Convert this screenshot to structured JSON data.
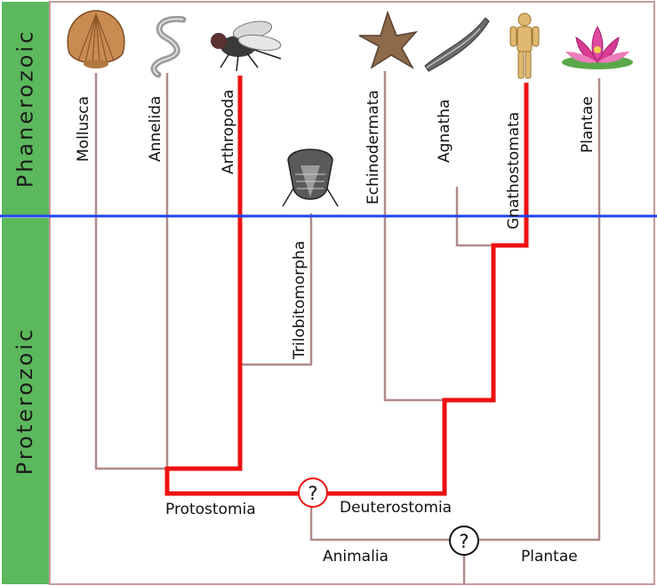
{
  "eras": [
    {
      "label": "Phanerozoic"
    },
    {
      "label": "Proterozoic"
    }
  ],
  "taxa": [
    {
      "label": "Mollusca",
      "icon": "shell-icon"
    },
    {
      "label": "Annelida",
      "icon": "worm-icon"
    },
    {
      "label": "Arthropoda",
      "icon": "fly-icon"
    },
    {
      "label": "Trilobitomorpha",
      "icon": "trilobite-icon"
    },
    {
      "label": "Echinodermata",
      "icon": "starfish-icon"
    },
    {
      "label": "Agnatha",
      "icon": "lamprey-icon"
    },
    {
      "label": "Gnathostomata",
      "icon": "human-figure-icon"
    },
    {
      "label": "Plantae",
      "icon": "lotus-flower-icon"
    }
  ],
  "clades": {
    "protostomia": "Protostomia",
    "deuterostomia": "Deuterostomia",
    "animalia": "Animalia",
    "plantae": "Plantae"
  },
  "nodes": {
    "unknown_symbol": "?"
  },
  "colors": {
    "era_band": "#5cb85c",
    "branch": "#b08a8a",
    "highlight_path": "#ee1111",
    "boundary_line": "#2244ee"
  }
}
